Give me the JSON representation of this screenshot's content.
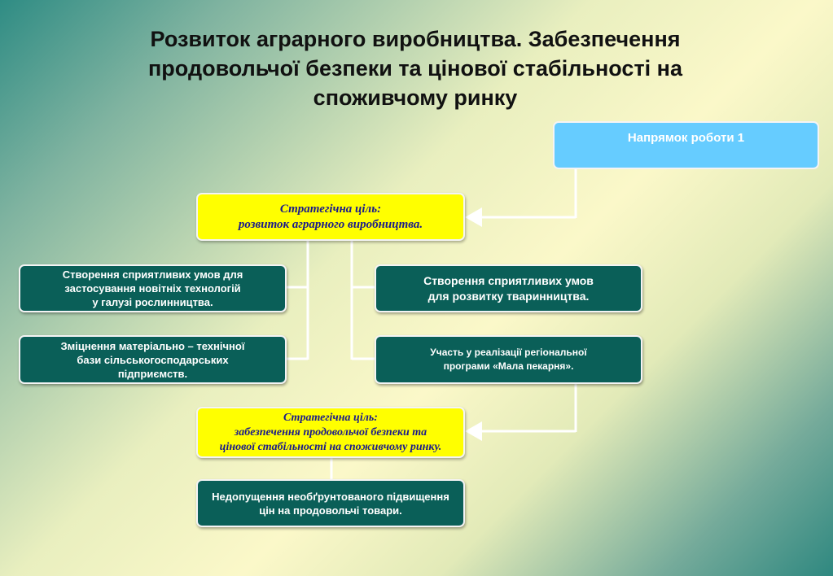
{
  "title": {
    "line1": "Розвиток аграрного виробництва. Забезпечення",
    "line2": "продовольчої безпеки та цінової стабільності на",
    "line3": "споживчому ринку"
  },
  "direction": {
    "label": "Напрямок роботи 1"
  },
  "goal1": {
    "line1": "Стратегічна ціль:",
    "line2": "розвиток аграрного виробництва."
  },
  "tasks": {
    "left1": {
      "line1": "Створення сприятливих умов для",
      "line2": "застосування новітніх технологій",
      "line3": "у галузі рослинництва."
    },
    "left2": {
      "line1": "Зміцнення матеріально – технічної",
      "line2": "бази сільськогосподарських",
      "line3": "підприємств."
    },
    "right1": {
      "line1": "Створення сприятливих умов",
      "line2": "для розвитку тваринництва."
    },
    "right2": {
      "line1": "Участь у реалізації регіональної",
      "line2": "програми «Мала пекарня»."
    }
  },
  "goal2": {
    "line1": "Стратегічна ціль:",
    "line2": "забезпечення продовольчої безпеки та",
    "line3": "цінової стабільності на споживчому ринку."
  },
  "task3": {
    "line1": "Недопущення необґрунтованого підвищення",
    "line2": "цін на продовольчі товари."
  }
}
